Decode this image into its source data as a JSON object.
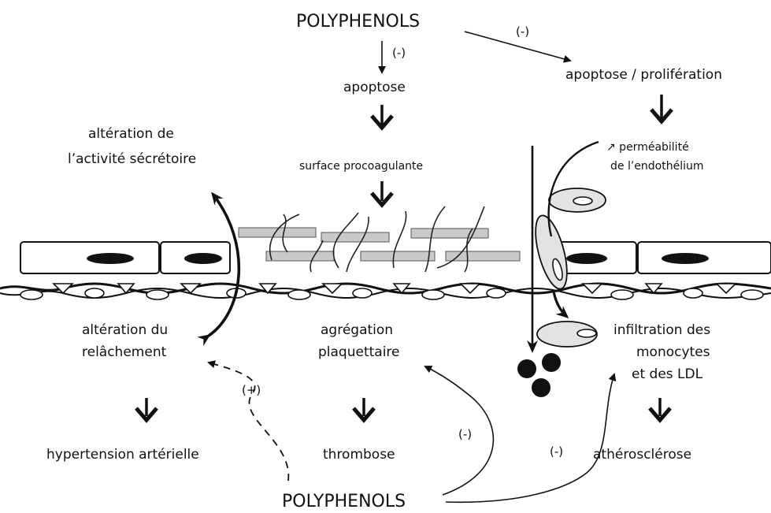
{
  "top": {
    "polyphenols": "POLYPHENOLS",
    "inhibit_center": "(-)",
    "inhibit_right": "(-)"
  },
  "nodes": {
    "apoptose": "apoptose",
    "apoptose_proliferation": "apoptose / prolifération",
    "alteration_secretoire_line1": "altération de",
    "alteration_secretoire_line2": "l’activité sécrétoire",
    "surface_procoagulante": "surface procoagulante",
    "permeabilite_line1": "↗ perméabilité",
    "permeabilite_line2": "de l’endothélium",
    "alteration_relachement_line1": "altération du",
    "alteration_relachement_line2": "relâchement",
    "agregation_line1": "agrégation",
    "agregation_line2": "plaquettaire",
    "infiltration_line1": "infiltration des",
    "infiltration_line2": "monocytes",
    "infiltration_line3": "et des LDL",
    "hypertension": "hypertension artérielle",
    "thrombose": "thrombose",
    "atherosclerose": "athérosclérose"
  },
  "bottom": {
    "polyphenols": "POLYPHENOLS",
    "stimulate": "(+)",
    "inhibit_thrombose": "(-)",
    "inhibit_athero": "(-)"
  }
}
